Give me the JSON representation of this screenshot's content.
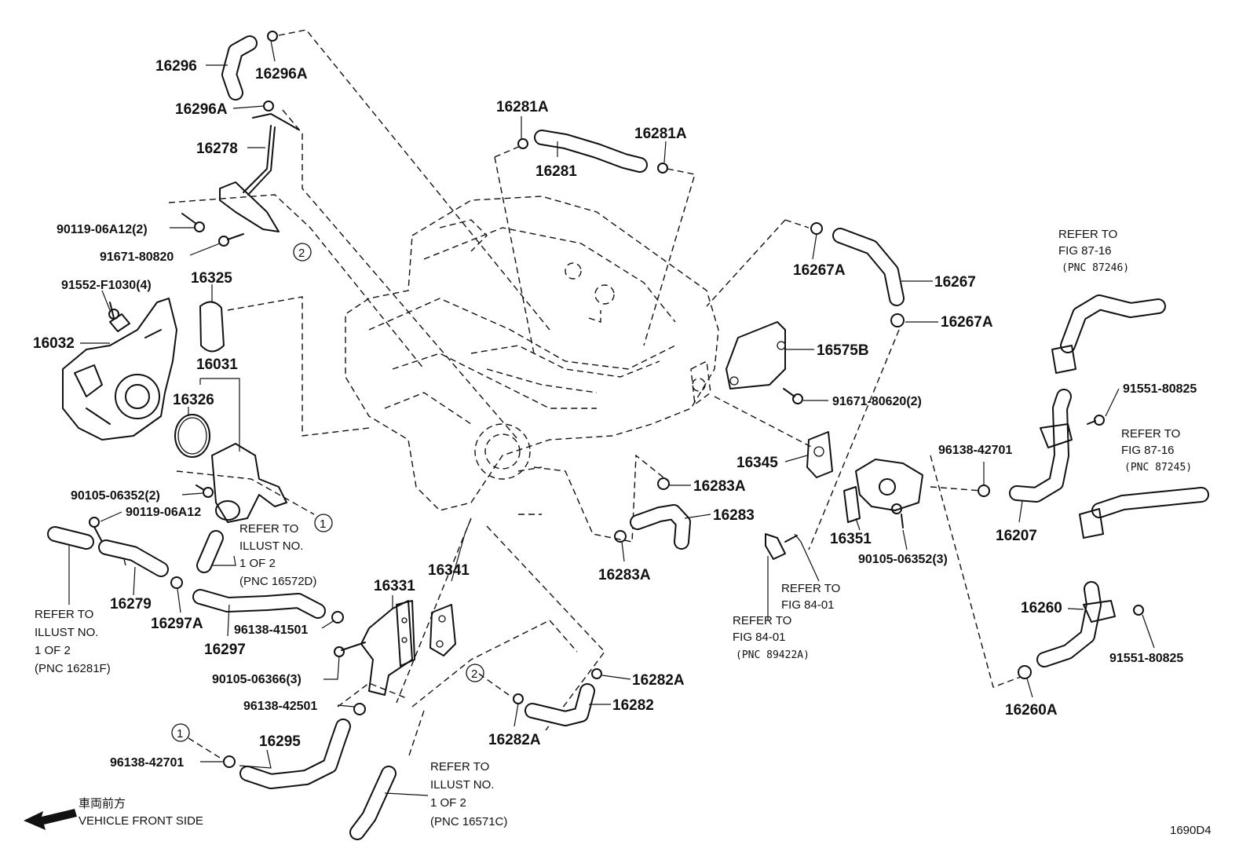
{
  "labels": {
    "p16296": "16296",
    "p16296A_top": "16296A",
    "p16296A_2": "16296A",
    "p16278": "16278",
    "p90119_06A12_2": "90119-06A12(2)",
    "p91671_80820": "91671-80820",
    "p91552_F1030": "91552-F1030(4)",
    "p16325": "16325",
    "p16032": "16032",
    "p16031": "16031",
    "p16326": "16326",
    "p90105_06352_2": "90105-06352(2)",
    "p90119_06A12": "90119-06A12",
    "p16279": "16279",
    "p16297A": "16297A",
    "p16297": "16297",
    "p96138_41501": "96138-41501",
    "p16331": "16331",
    "p90105_06366": "90105-06366(3)",
    "p96138_42501": "96138-42501",
    "p16295": "16295",
    "p96138_42701_l": "96138-42701",
    "p16341": "16341",
    "p16281A_l": "16281A",
    "p16281A_r": "16281A",
    "p16281": "16281",
    "p16267A_top": "16267A",
    "p16267": "16267",
    "p16267A_b": "16267A",
    "p16575B": "16575B",
    "p91671_80620": "91671-80620(2)",
    "p16345": "16345",
    "p16283A_t": "16283A",
    "p16283": "16283",
    "p16283A_b": "16283A",
    "p96138_42701_r": "96138-42701",
    "p16351": "16351",
    "p90105_06352_3": "90105-06352(3)",
    "p16207": "16207",
    "p91551_80825_t": "91551-80825",
    "p91551_80825_b": "91551-80825",
    "p16260": "16260",
    "p16260A": "16260A",
    "p16282A_t": "16282A",
    "p16282": "16282",
    "p16282A_b": "16282A"
  },
  "refs": {
    "fig8716_a": [
      "REFER TO",
      "FIG 87-16",
      "(PNC 87246)"
    ],
    "fig8716_b": [
      "REFER TO",
      "FIG 87-16",
      "(PNC 87245)"
    ],
    "fig8401_a": [
      "REFER TO",
      "FIG 84-01"
    ],
    "fig8401_b": [
      "REFER TO",
      "FIG 84-01",
      "(PNC 89422A)"
    ],
    "illust_16572D": [
      "REFER TO",
      "ILLUST NO.",
      "1 OF 2",
      "(PNC 16572D)"
    ],
    "illust_16281F": [
      "REFER TO",
      "ILLUST NO.",
      "1 OF 2",
      "(PNC 16281F)"
    ],
    "illust_16571C": [
      "REFER TO",
      "ILLUST NO.",
      "1 OF 2",
      "(PNC 16571C)"
    ]
  },
  "markers": {
    "one": "1",
    "two": "2"
  },
  "front": {
    "jp": "車両前方",
    "en": "VEHICLE FRONT SIDE"
  },
  "code": "1690D4"
}
